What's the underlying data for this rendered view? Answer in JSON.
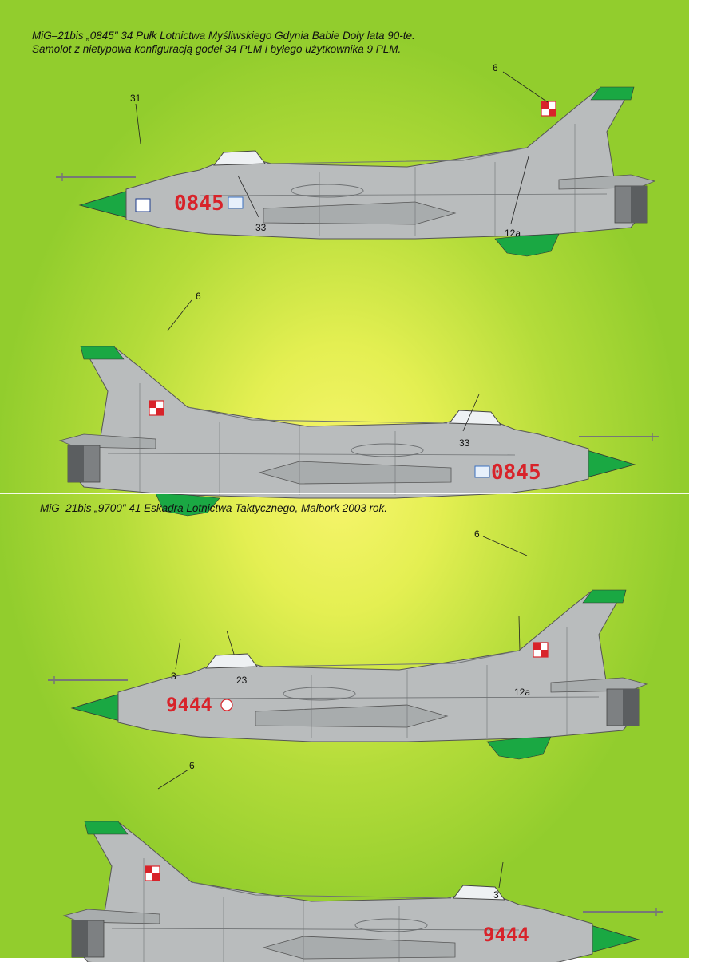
{
  "section1": {
    "title_line1": "MiG–21bis „0845\" 34 Pułk Lotnictwa Myśliwskiego Gdynia Babie Doły lata 90-te.",
    "title_line2": "Samolot z nietypowa konfiguracją godeł 34 PLM i byłego użytkownika 9 PLM.",
    "serial": "0845",
    "view_left_callouts": [
      "31",
      "6",
      "33",
      "12a"
    ],
    "view_right_callouts": [
      "6",
      "33"
    ]
  },
  "section2": {
    "title": "MiG–21bis „9700\" 41 Eskadra Lotnictwa Taktycznego, Malbork 2003 rok.",
    "serial": "9444",
    "view_left_callouts": [
      "6",
      "3",
      "23",
      "12a"
    ],
    "view_right_callouts": [
      "6",
      "3"
    ]
  },
  "colors": {
    "aircraft_grey": "#b9bcbd",
    "panel_line": "#6f7274",
    "radome_green": "#1aa843",
    "serial_red": "#d8232a",
    "background_green": "#92cd2d",
    "background_yellow": "#f8f56e"
  }
}
